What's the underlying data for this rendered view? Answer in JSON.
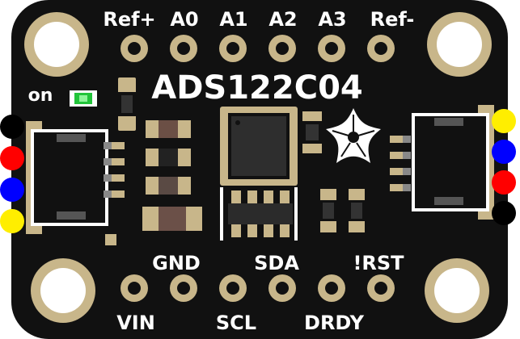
{
  "board": {
    "title": "ADS122C04",
    "power_label": "on",
    "top_pins": [
      "Ref+",
      "A0",
      "A1",
      "A2",
      "A3",
      "Ref-"
    ],
    "bottom_labels_upper": [
      "GND",
      "SDA",
      "!RST"
    ],
    "bottom_labels_lower": [
      "VIN",
      "SCL",
      "DRDY"
    ],
    "pcb_color": "#111111",
    "pad_color": "#c8b68a",
    "led_color": "#22c43a",
    "logo_icon": "adafruit-flower-icon"
  },
  "connectors": {
    "left_wires": [
      "#000000",
      "#ff0000",
      "#0000ff",
      "#ffee00"
    ],
    "right_wires": [
      "#ffee00",
      "#0000ff",
      "#ff0000",
      "#000000"
    ]
  }
}
